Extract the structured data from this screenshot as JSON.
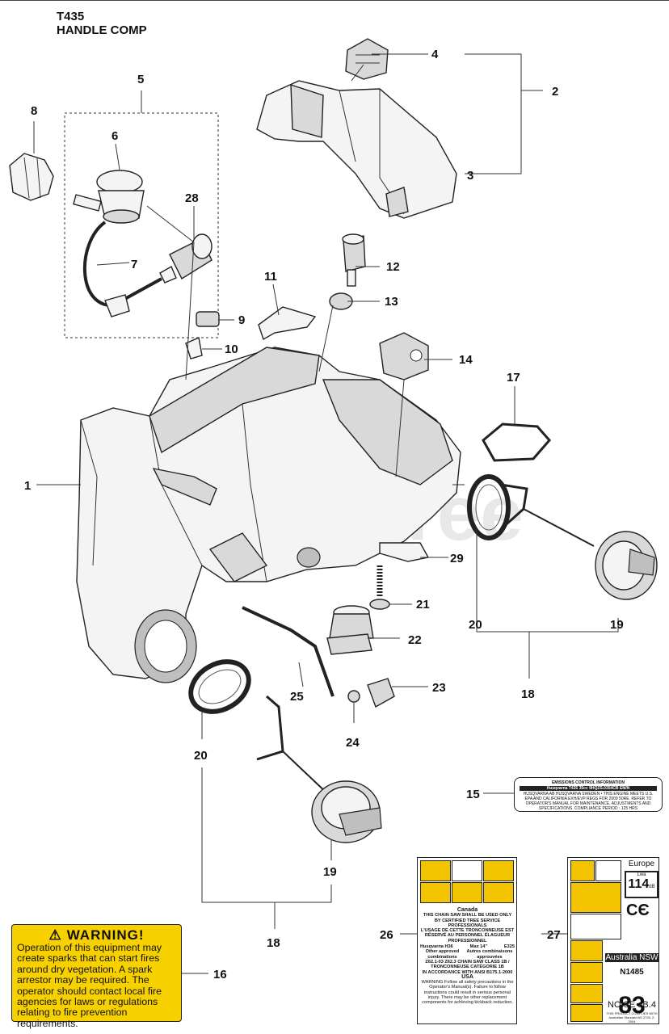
{
  "header": {
    "title_line1": "T435",
    "title_line2": "HANDLE COMP"
  },
  "watermark": "PartsTree",
  "callouts": [
    {
      "id": "c1",
      "label": "1"
    },
    {
      "id": "c2",
      "label": "2"
    },
    {
      "id": "c3",
      "label": "3"
    },
    {
      "id": "c4",
      "label": "4"
    },
    {
      "id": "c5",
      "label": "5"
    },
    {
      "id": "c6",
      "label": "6"
    },
    {
      "id": "c7",
      "label": "7"
    },
    {
      "id": "c8",
      "label": "8"
    },
    {
      "id": "c9",
      "label": "9"
    },
    {
      "id": "c10",
      "label": "10"
    },
    {
      "id": "c11",
      "label": "11"
    },
    {
      "id": "c12",
      "label": "12"
    },
    {
      "id": "c13",
      "label": "13"
    },
    {
      "id": "c14",
      "label": "14"
    },
    {
      "id": "c15",
      "label": "15"
    },
    {
      "id": "c16",
      "label": "16"
    },
    {
      "id": "c17",
      "label": "17"
    },
    {
      "id": "c18a",
      "label": "18"
    },
    {
      "id": "c18b",
      "label": "18"
    },
    {
      "id": "c19a",
      "label": "19"
    },
    {
      "id": "c19b",
      "label": "19"
    },
    {
      "id": "c20a",
      "label": "20"
    },
    {
      "id": "c20b",
      "label": "20"
    },
    {
      "id": "c21",
      "label": "21"
    },
    {
      "id": "c22",
      "label": "22"
    },
    {
      "id": "c23",
      "label": "23"
    },
    {
      "id": "c24",
      "label": "24"
    },
    {
      "id": "c25",
      "label": "25"
    },
    {
      "id": "c26",
      "label": "26"
    },
    {
      "id": "c27",
      "label": "27"
    },
    {
      "id": "c28",
      "label": "28"
    },
    {
      "id": "c29",
      "label": "29"
    }
  ],
  "warning_label": {
    "heading": "WARNING!",
    "text": "Operation of this equipment may create sparks that can start fires around dry vegetation. A spark arrestor may be required. The operator should contact local fire agencies for laws or regulations relating to fire prevention requirements.",
    "color": "#f7d000"
  },
  "decal_15": {
    "line1": "EMISSIONS CONTROL INFORMATION",
    "line2": "Husqvarna  T435  35cc  9HQZS.0354CB  EM/N",
    "line3": "HUSQVARNA AB HUSQVARNA SWEDEN • THIS ENGINE MEETS U.S. EPA AND CALIFORNIA EXH/EVP REGS FOR 2009 50RE. REFER TO OPERATOR'S MANUAL FOR MAINTENANCE, ADJUSTMENTS AND SPECIFICATIONS. COMPLIANCE PERIOD : 125 HRS"
  },
  "decal_26": {
    "country": "Canada",
    "text_en": "THIS CHAIN SAW SHALL BE USED ONLY BY CERTIFIED TREE SERVICE PROFESSIONALS",
    "text_fr": "L'USAGE DE CETTE TRONCONNEUSE EST RÉSERVÉ AU PERSONNEL ÉLAGUEUR PROFESSIONNEL",
    "bar_model": "Husqvarna H36",
    "bar_max": "Max 14\"",
    "csa_code": "E325",
    "other_en": "Other approved combinations",
    "other_fr": "Autres combinaisons approuvées",
    "standard": "Z62.1-03 Z62.3 CHAIN SAW CLASS 1B / TRONCONNEUSE CATÉGORIE 1B",
    "ansi": "IN ACCORDANCE WITH ANSI B175.1-2000",
    "usa": "USA",
    "warning": "WARNING Follow all safety precautions in the Operator's Manual(s). Failure to follow instructions could result in serious personal injury. There may be other replacement components for achieving kickback reduction."
  },
  "decal_27": {
    "region1": "Europe",
    "lwa_label": "Lwa",
    "lwa_value": "114",
    "lwa_unit": "dB",
    "region2": "Australia NSW",
    "code": "N1485",
    "noise_value": "83",
    "noise_label": "NOISE dB.4",
    "footer": "THIS PRODUCT COMPLIES WITH Australian Standard AS 2726, 2-2004"
  },
  "colors": {
    "label_yellow": "#f2c400",
    "line": "#333333"
  }
}
